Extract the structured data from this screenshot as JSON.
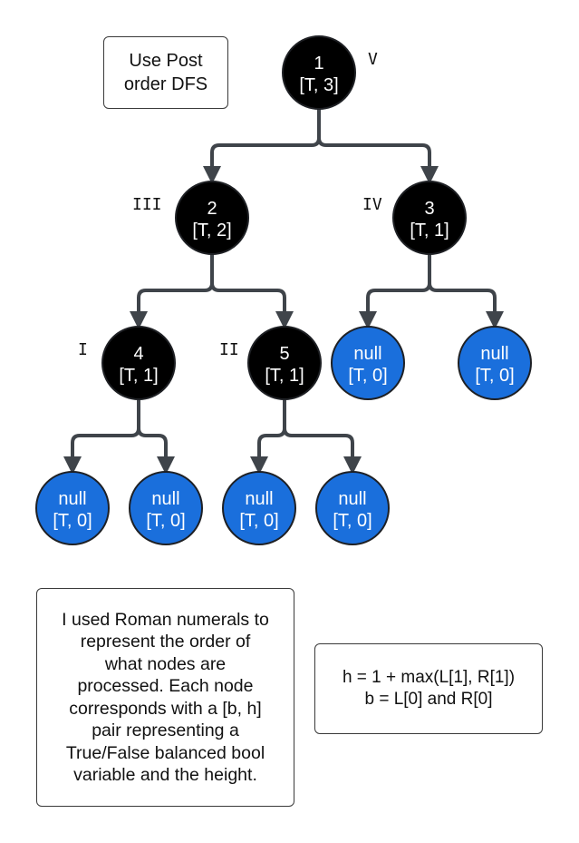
{
  "notes": {
    "top": [
      "Use Post",
      "order DFS"
    ],
    "legend": [
      "I used Roman numerals to",
      "represent the order of",
      "what nodes are",
      "processed. Each node",
      "corresponds with a [b, h]",
      "pair representing a",
      "True/False balanced bool",
      "variable and the height."
    ],
    "formula": [
      "h = 1 + max(L[1], R[1])",
      "b = L[0] and R[0]"
    ]
  },
  "colors": {
    "node_fill": "#000000",
    "null_fill": "#1a6fdc",
    "node_text": "#ffffff",
    "edge": "#3f444a"
  },
  "nodes": [
    {
      "id": "n1",
      "value": "1",
      "pair": "[T, 3]",
      "order": "V",
      "kind": "node"
    },
    {
      "id": "n2",
      "value": "2",
      "pair": "[T, 2]",
      "order": "III",
      "kind": "node"
    },
    {
      "id": "n3",
      "value": "3",
      "pair": "[T, 1]",
      "order": "IV",
      "kind": "node"
    },
    {
      "id": "n4",
      "value": "4",
      "pair": "[T, 1]",
      "order": "I",
      "kind": "node"
    },
    {
      "id": "n5",
      "value": "5",
      "pair": "[T, 1]",
      "order": "II",
      "kind": "node"
    },
    {
      "id": "n3l",
      "value": "null",
      "pair": "[T, 0]",
      "order": "",
      "kind": "null"
    },
    {
      "id": "n3r",
      "value": "null",
      "pair": "[T, 0]",
      "order": "",
      "kind": "null"
    },
    {
      "id": "n4l",
      "value": "null",
      "pair": "[T, 0]",
      "order": "",
      "kind": "null"
    },
    {
      "id": "n4r",
      "value": "null",
      "pair": "[T, 0]",
      "order": "",
      "kind": "null"
    },
    {
      "id": "n5l",
      "value": "null",
      "pair": "[T, 0]",
      "order": "",
      "kind": "null"
    },
    {
      "id": "n5r",
      "value": "null",
      "pair": "[T, 0]",
      "order": "",
      "kind": "null"
    }
  ],
  "edges": [
    {
      "from": "n1",
      "to": "n2"
    },
    {
      "from": "n1",
      "to": "n3"
    },
    {
      "from": "n2",
      "to": "n4"
    },
    {
      "from": "n2",
      "to": "n5"
    },
    {
      "from": "n3",
      "to": "n3l"
    },
    {
      "from": "n3",
      "to": "n3r"
    },
    {
      "from": "n4",
      "to": "n4l"
    },
    {
      "from": "n4",
      "to": "n4r"
    },
    {
      "from": "n5",
      "to": "n5l"
    },
    {
      "from": "n5",
      "to": "n5r"
    }
  ]
}
